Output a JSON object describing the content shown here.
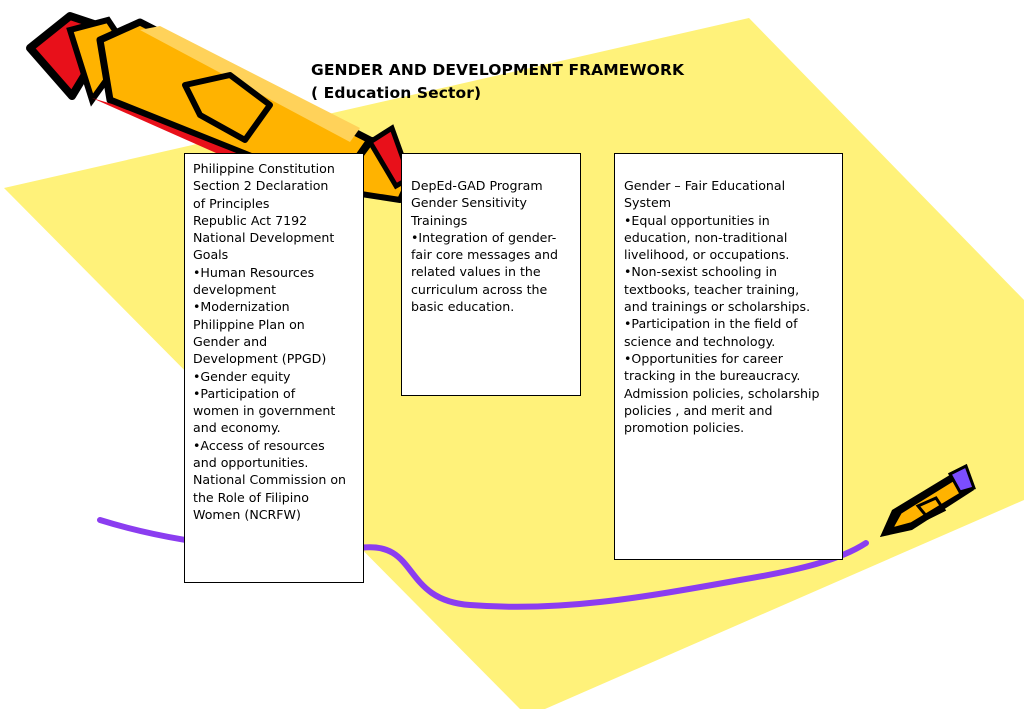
{
  "title": {
    "line1": "GENDER AND DEVELOPMENT FRAMEWORK",
    "line2": "( Education Sector)"
  },
  "boxes": {
    "left": [
      "Philippine Constitution",
      "Section 2 Declaration",
      "of Principles",
      "Republic Act 7192",
      "National Development",
      "Goals",
      "•Human Resources",
      "development",
      "•Modernization",
      "Philippine Plan on",
      "Gender and",
      "Development (PPGD)",
      "•Gender equity",
      "•Participation  of",
      "women in government",
      "and economy.",
      "•Access of resources",
      "and opportunities.",
      "National Commission on",
      "the Role of Filipino",
      "Women (NCRFW)"
    ],
    "middle": [
      "DepEd-GAD Program",
      "Gender Sensitivity",
      "Trainings",
      "•Integration of gender-",
      "fair core messages and",
      "related values in the",
      "curriculum across the",
      "basic education."
    ],
    "right": [
      "Gender – Fair Educational",
      "System",
      "•Equal opportunities in",
      "education, non-traditional",
      "livelihood, or occupations.",
      "•Non-sexist schooling in",
      "textbooks, teacher training,",
      "and trainings or scholarships.",
      "•Participation in the field of",
      "science and technology.",
      "•Opportunities for career",
      "tracking in the bureaucracy.",
      "Admission policies, scholarship",
      "policies , and merit and",
      "promotion policies."
    ]
  },
  "colors": {
    "background_shape": "#FFF27A",
    "pencil_body": "#FFB300",
    "pencil_eraser": "#E8101A",
    "pencil_outline": "#000000",
    "squiggle": "#8B3DF0",
    "small_pencil_cap": "#7B4DFF"
  },
  "icons": {
    "big_pencil": "pencil-icon",
    "small_pencil": "pencil-icon"
  }
}
